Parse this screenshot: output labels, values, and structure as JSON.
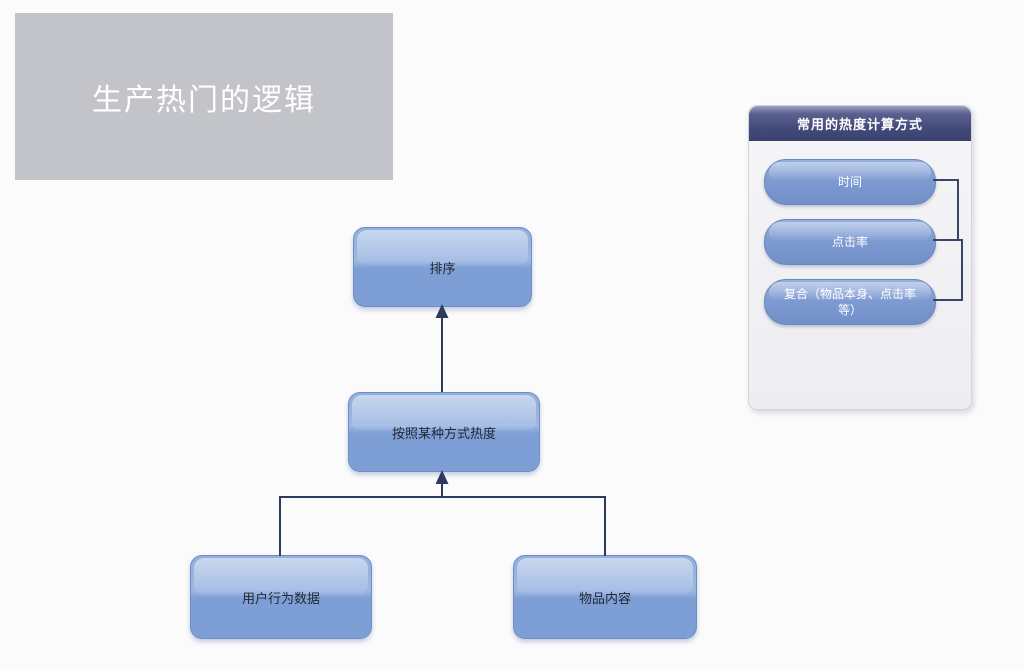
{
  "slide": {
    "title": "生产热门的逻辑"
  },
  "flowchart": {
    "nodes": [
      {
        "id": "sort",
        "label": "排序"
      },
      {
        "id": "heat-method",
        "label": "按照某种方式热度"
      },
      {
        "id": "user-behavior",
        "label": "用户行为数据"
      },
      {
        "id": "item-content",
        "label": "物品内容"
      }
    ],
    "edges": [
      {
        "from": "heat-method",
        "to": "sort",
        "arrow": true
      },
      {
        "from": "user-behavior",
        "to": "heat-method",
        "arrow": true
      },
      {
        "from": "item-content",
        "to": "heat-method",
        "arrow": true
      }
    ]
  },
  "panel": {
    "title": "常用的热度计算方式",
    "items": [
      {
        "label": "时间"
      },
      {
        "label": "点击率"
      },
      {
        "label": "复合（物品本身、点击率等）"
      }
    ],
    "links": [
      {
        "from": "时间",
        "to": "点击率"
      },
      {
        "from": "点击率",
        "to": "复合（物品本身、点击率等）"
      }
    ]
  },
  "colors": {
    "node_blue_top": "#9cb7e2",
    "node_blue_bottom": "#7e9fd5",
    "connector_navy": "#2e3a5c",
    "bracket_navy": "#3a4468",
    "panel_header_navy": "#3d4472",
    "title_gray": "#c3c4c9",
    "page_background": "#fbfbfc"
  }
}
